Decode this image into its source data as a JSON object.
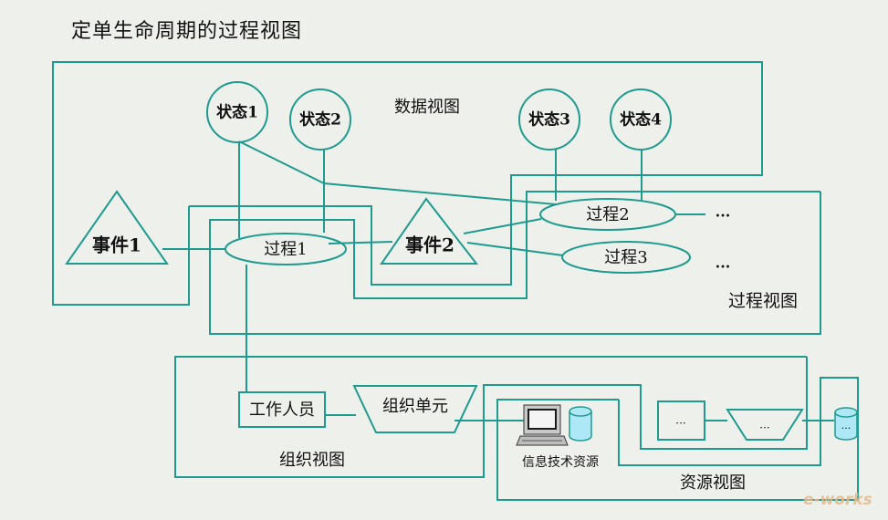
{
  "title": "定单生命周期的过程视图",
  "colors": {
    "line": "#1e9a8e",
    "text": "#111111",
    "background": "#eef0ec"
  },
  "views": {
    "data": "数据视图",
    "process": "过程视图",
    "organization": "组织视图",
    "resource": "资源视图"
  },
  "states": [
    "状态1",
    "状态2",
    "状态3",
    "状态4"
  ],
  "events": [
    "事件1",
    "事件2"
  ],
  "processes": [
    "过程1",
    "过程2",
    "过程3"
  ],
  "ellipsis": "...",
  "org": {
    "staff": "工作人员",
    "unit": "组织单元"
  },
  "resource": {
    "it": "信息技术资源"
  },
  "watermark": "e-works"
}
